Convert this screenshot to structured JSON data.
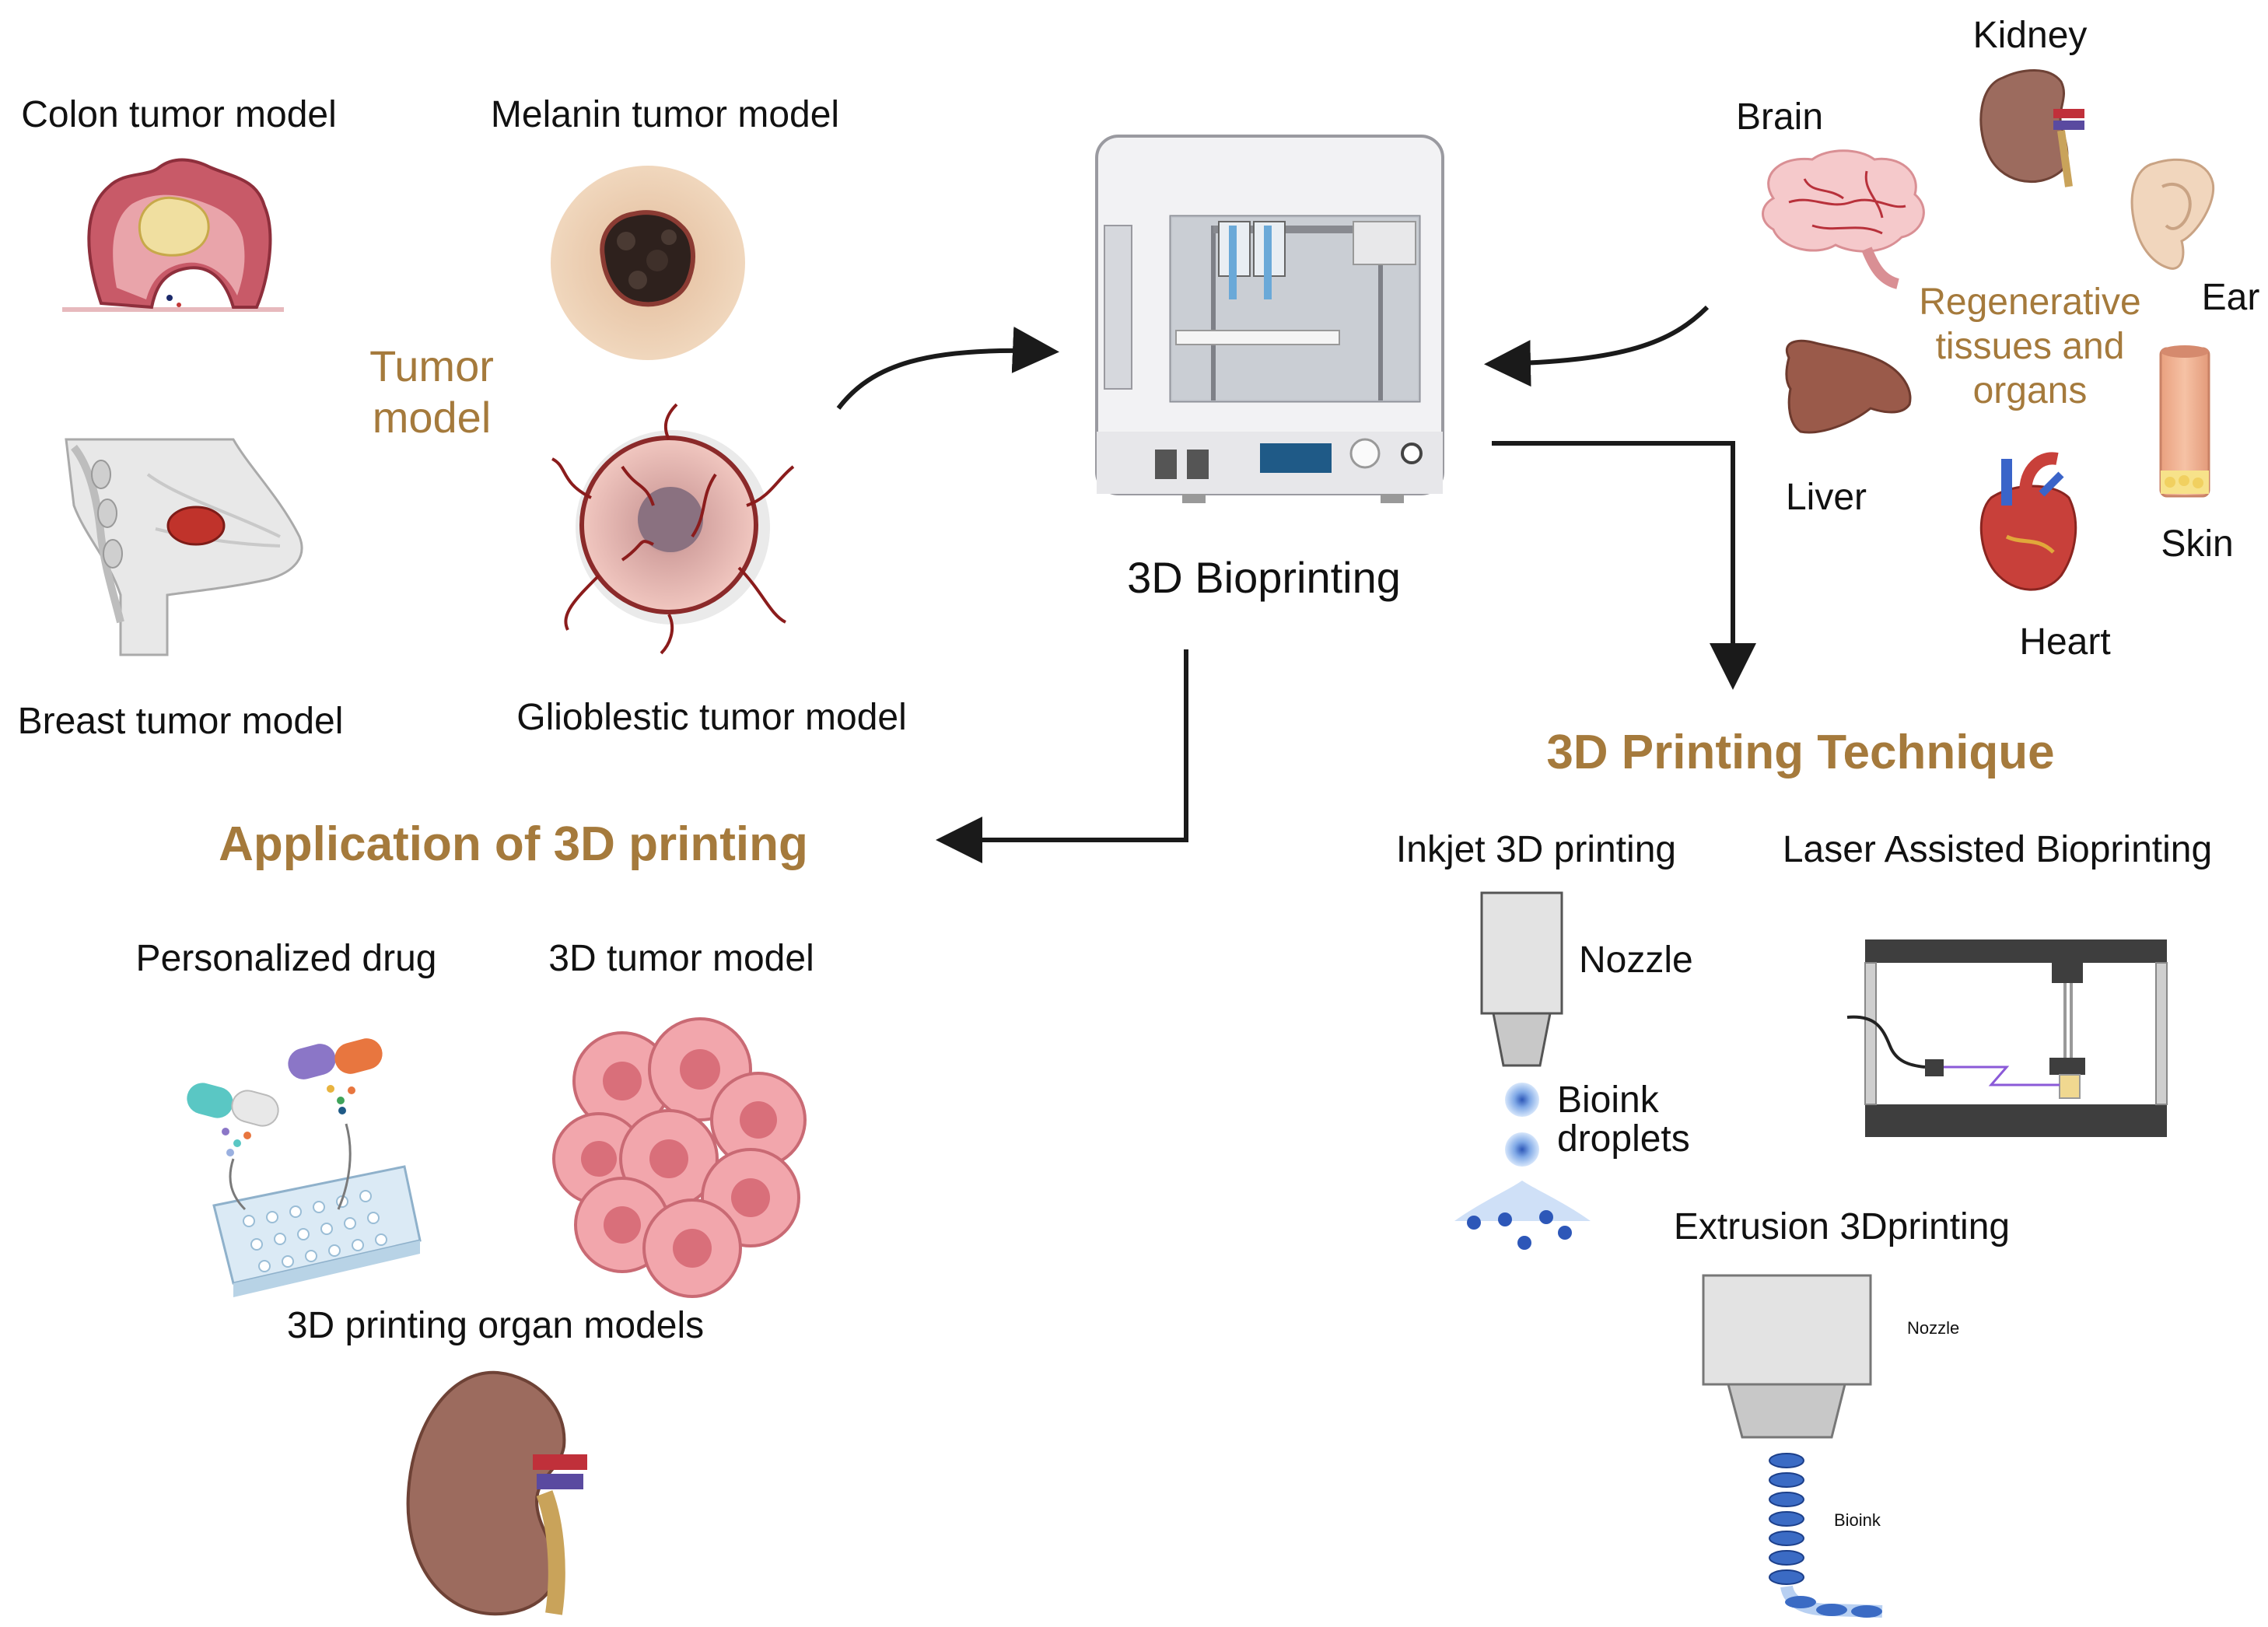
{
  "tumor": {
    "title": "Tumor model",
    "colon": "Colon tumor model",
    "melanin": "Melanin tumor model",
    "breast": "Breast tumor model",
    "glioblastic": "Glioblestic tumor model"
  },
  "center": {
    "label": "3D Bioprinting"
  },
  "regen": {
    "title": "Regenerative tissues and organs",
    "kidney": "Kidney",
    "brain": "Brain",
    "ear": "Ear",
    "liver": "Liver",
    "skin": "Skin",
    "heart": "Heart"
  },
  "application": {
    "title": "Application of 3D printing",
    "drug": "Personalized drug",
    "tumor3d": "3D tumor model",
    "organ": "3D printing organ models"
  },
  "technique": {
    "title": "3D Printing Technique",
    "inkjet": "Inkjet 3D printing",
    "laser": "Laser Assisted Bioprinting",
    "extrusion": "Extrusion 3Dprinting",
    "nozzle": "Nozzle",
    "bioink_droplets": "Bioink droplets",
    "nozzle_small": "Nozzle",
    "bioink_small": "Bioink"
  },
  "colors": {
    "accent_gold": "#a57a3c",
    "arrow": "#1a1a1a",
    "organ_brown": "#9c6b5e",
    "tumor_red": "#b3323a"
  }
}
